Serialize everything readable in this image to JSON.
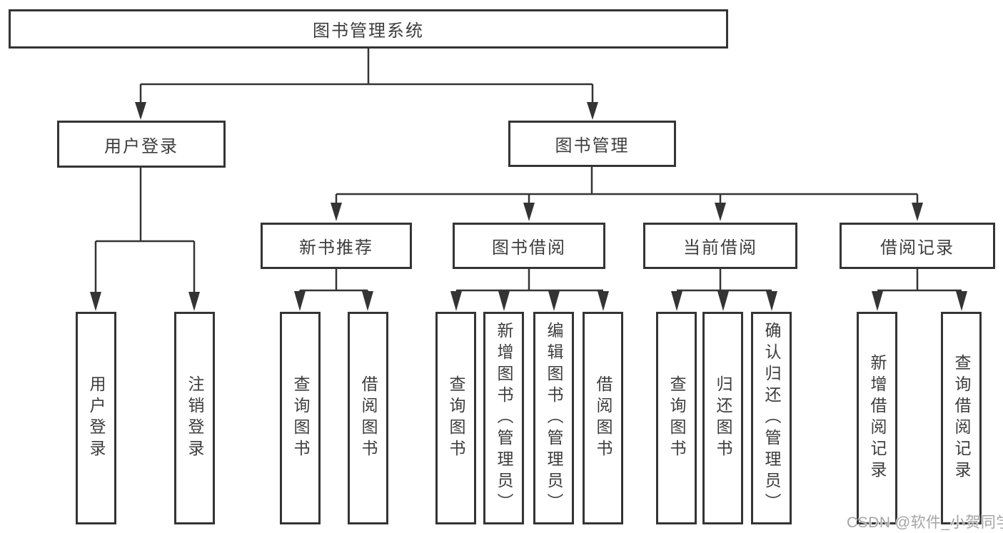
{
  "tree": {
    "root": {
      "label": "图书管理系统",
      "children": [
        {
          "label": "用户登录",
          "children": [
            {
              "label": "用户登录"
            },
            {
              "label": "注销登录"
            }
          ]
        },
        {
          "label": "图书管理",
          "children": [
            {
              "label": "新书推荐",
              "children": [
                {
                  "label": "查询图书"
                },
                {
                  "label": "借阅图书"
                }
              ]
            },
            {
              "label": "图书借阅",
              "children": [
                {
                  "label": "查询图书"
                },
                {
                  "label": "新增图书（管理员）"
                },
                {
                  "label": "编辑图书（管理员）"
                },
                {
                  "label": "借阅图书"
                }
              ]
            },
            {
              "label": "当前借阅",
              "children": [
                {
                  "label": "查询图书"
                },
                {
                  "label": "归还图书"
                },
                {
                  "label": "确认归还（管理员）"
                }
              ]
            },
            {
              "label": "借阅记录",
              "children": [
                {
                  "label": "新增借阅记录"
                },
                {
                  "label": "查询借阅记录"
                }
              ]
            }
          ]
        }
      ]
    }
  },
  "watermark": {
    "text": "CSDN @软件_小贺同学"
  },
  "colors": {
    "line": "#343434",
    "text": "#3d3d3d",
    "box_background": "#ffffff",
    "page_background": "#ffffff",
    "watermark": "#a4a4a4"
  }
}
